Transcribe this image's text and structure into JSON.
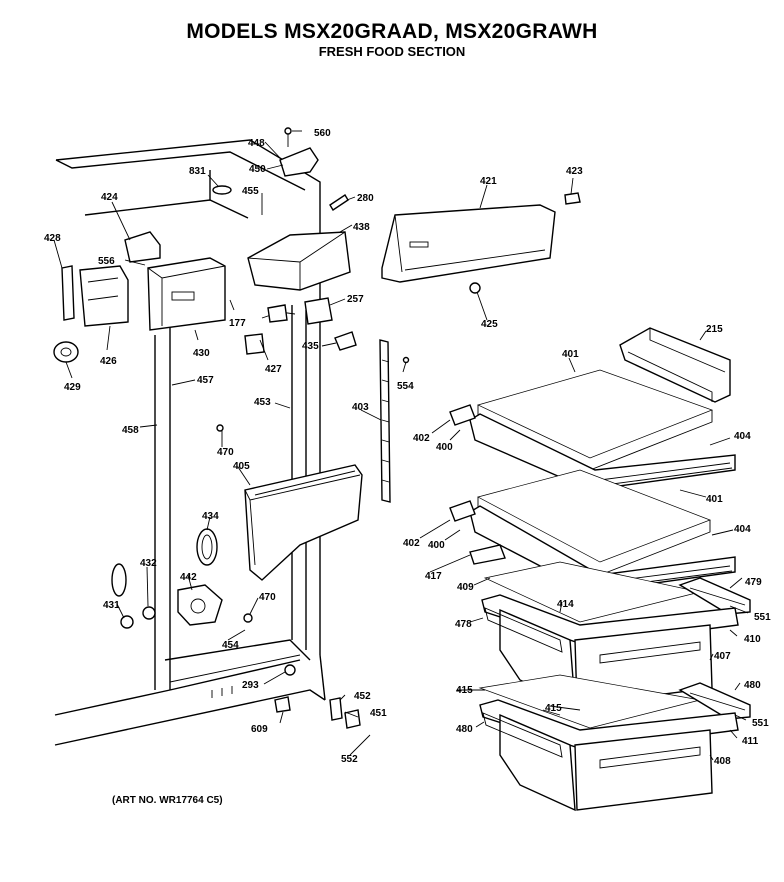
{
  "title": "MODELS MSX20GRAAD, MSX20GRAWH",
  "subtitle": "FRESH FOOD SECTION",
  "art_no": "(ART NO. WR17764 C5)",
  "part_labels": {
    "p448": "448",
    "p560": "560",
    "p831": "831",
    "p450": "450",
    "p455": "455",
    "p280": "280",
    "p421": "421",
    "p423": "423",
    "p424": "424",
    "p438": "438",
    "p428": "428",
    "p556": "556",
    "p257": "257",
    "p177": "177",
    "p425": "425",
    "p215": "215",
    "p426": "426",
    "p430": "430",
    "p427": "427",
    "p435": "435",
    "p401a": "401",
    "p429": "429",
    "p457": "457",
    "p554": "554",
    "p453": "453",
    "p403": "403",
    "p402a": "402",
    "p400a": "400",
    "p404a": "404",
    "p458": "458",
    "p470a": "470",
    "p405": "405",
    "p401b": "401",
    "p434": "434",
    "p402b": "402",
    "p400b": "400",
    "p404b": "404",
    "p432": "432",
    "p417": "417",
    "p442": "442",
    "p409": "409",
    "p479a": "479",
    "p470b": "470",
    "p431": "431",
    "p414": "414",
    "p551a": "551",
    "p478": "478",
    "p410": "410",
    "p454": "454",
    "p407": "407",
    "p293": "293",
    "p415a": "415",
    "p480a": "480",
    "p452": "452",
    "p609": "609",
    "p415b": "415",
    "p451": "451",
    "p551b": "551",
    "p480b": "480",
    "p411": "411",
    "p552": "552",
    "p408": "408"
  }
}
